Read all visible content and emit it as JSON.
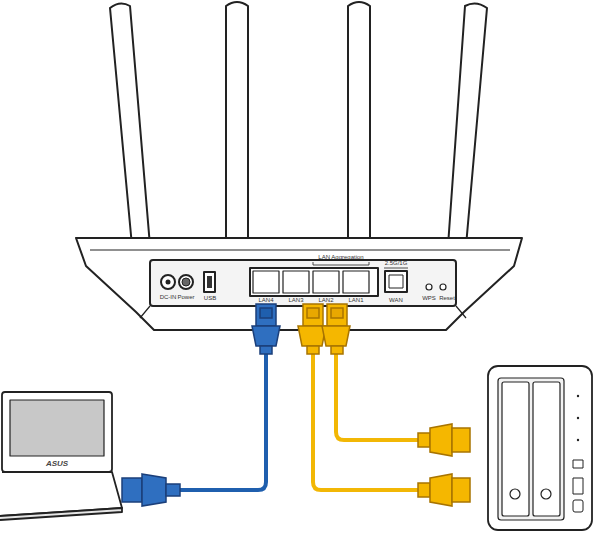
{
  "diagram": {
    "labels": [
      "DC-IN",
      "Power",
      "USB",
      "LAN4",
      "LAN3",
      "LAN2",
      "LAN1",
      "LAN Aggregation",
      "2.5G/1G",
      "WAN",
      "WPS",
      "Reset",
      "ASUS"
    ]
  }
}
